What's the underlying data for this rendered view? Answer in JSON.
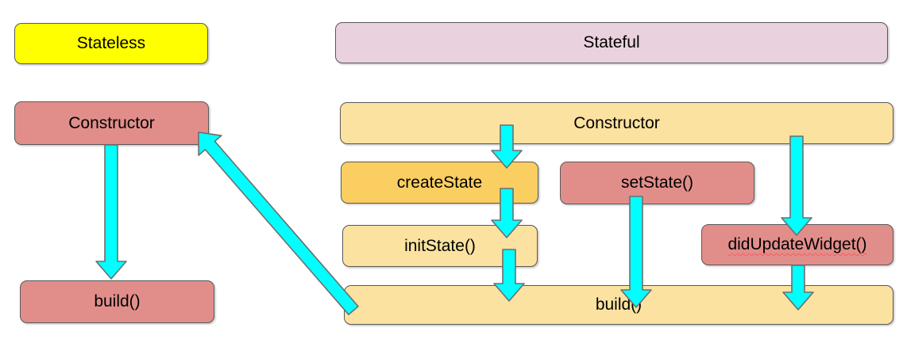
{
  "colors": {
    "yellow": "#ffff00",
    "pink": "#e9d2dd",
    "salmon": "#e18e8b",
    "tan": "#fce2a0",
    "gold": "#fbce62",
    "arrow": "#00ffff",
    "arrow_outline": "#6e6e6e",
    "border": "#595959",
    "text": "#000000",
    "squiggle": "#ff5a5a"
  },
  "nodes": {
    "stateless": {
      "label": "Stateless"
    },
    "stateful": {
      "label": "Stateful"
    },
    "constructor_left": {
      "label": "Constructor"
    },
    "constructor_right": {
      "label": "Constructor"
    },
    "create_state": {
      "label": "createState"
    },
    "set_state": {
      "label": "setState()"
    },
    "init_state": {
      "label": "initState()"
    },
    "did_update_widget": {
      "label": "didUpdateWidget()"
    },
    "build_left": {
      "label": "build()"
    },
    "build_right": {
      "label": "build()"
    }
  },
  "edges": [
    {
      "from": "constructor_left",
      "to": "build_left"
    },
    {
      "from": "constructor_right",
      "to": "create_state"
    },
    {
      "from": "create_state",
      "to": "init_state"
    },
    {
      "from": "init_state",
      "to": "build_right"
    },
    {
      "from": "set_state",
      "to": "build_right"
    },
    {
      "from": "constructor_right",
      "to": "did_update_widget"
    },
    {
      "from": "did_update_widget",
      "to": "build_right"
    },
    {
      "from": "build_right",
      "to": "constructor_left"
    }
  ]
}
